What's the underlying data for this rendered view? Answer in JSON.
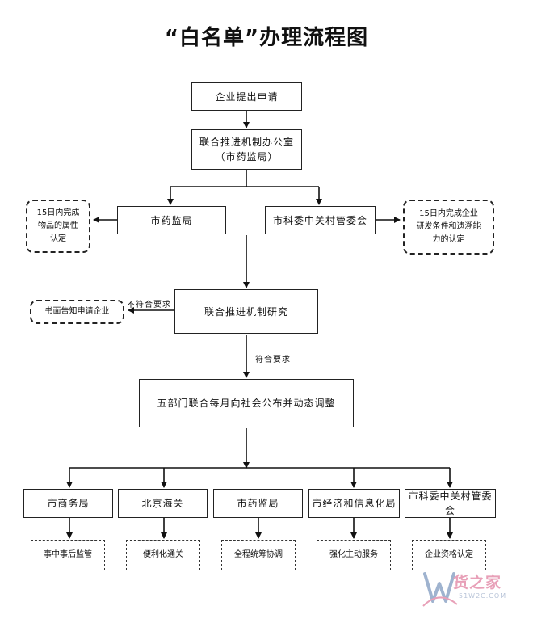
{
  "title": "“白名单”办理流程图",
  "steps": {
    "apply": "企业提出申请",
    "office_line1": "联合推进机制办公室",
    "office_line2": "（市药监局）",
    "drug_admin": "市药监局",
    "zgc": "市科委中关村管委会",
    "research": "联合推进机制研究",
    "publish": "五部门联合每月向社会公布并动态调整"
  },
  "notes": {
    "left_line1": "15日内完成",
    "left_line2": "物品的属性",
    "left_line3": "认定",
    "right_line1": "15日内完成企业",
    "right_line2": "研发条件和遗溯能",
    "right_line3": "力的认定",
    "reject": "书面告知申请企业"
  },
  "labels": {
    "not_met": "不符合要求",
    "met": "符合要求"
  },
  "departments": [
    {
      "name": "市商务局",
      "service": "事中事后监管"
    },
    {
      "name": "北京海关",
      "service": "便利化通关"
    },
    {
      "name": "市药监局",
      "service": "全程统筹协调"
    },
    {
      "name": "市经济和信息化局",
      "service": "强化主动服务"
    },
    {
      "name": "市科委中关村管委会",
      "service": "企业资格认定"
    }
  ],
  "watermark": {
    "brand": "货之家",
    "site": "51W2C.COM"
  }
}
